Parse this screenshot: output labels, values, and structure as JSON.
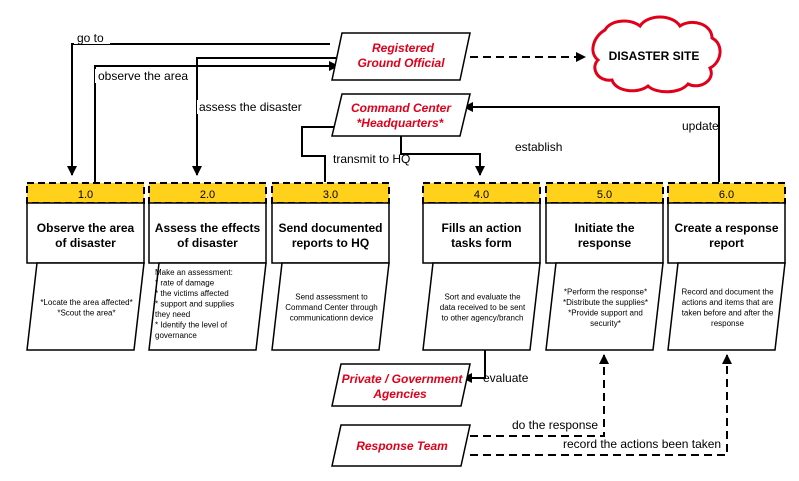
{
  "entities": {
    "ground_official": [
      "Registered",
      "Ground Official"
    ],
    "command_center": [
      "Command Center",
      "*Headquarters*"
    ],
    "agencies": [
      "Private / Government",
      "Agencies"
    ],
    "response_team": [
      "Response Team"
    ]
  },
  "disaster_site": "DISASTER SITE",
  "edge_labels": {
    "go_to": "go to",
    "observe_area": "observe the area",
    "assess": "assess the disaster",
    "transmit": "transmit to HQ",
    "establish": "establish",
    "update": "update",
    "evaluate": "evaluate",
    "do_response": "do the response",
    "record_actions": "record the actions been taken"
  },
  "processes": [
    {
      "num": "1.0",
      "title": [
        "Observe the area",
        "of disaster"
      ],
      "desc": [
        "*Locate the area affected*",
        "*Scout the area*"
      ]
    },
    {
      "num": "2.0",
      "title": [
        "Assess the effects",
        "of disaster"
      ],
      "desc": [
        "Make an assessment:",
        "* rate of damage",
        "* the victims affected",
        "* support and supplies",
        "  they need",
        "* Identify the level of",
        "  governance"
      ]
    },
    {
      "num": "3.0",
      "title": [
        "Send documented",
        "reports to HQ"
      ],
      "desc": [
        "Send assessment to",
        "Command Center through",
        "communicationn device"
      ]
    },
    {
      "num": "4.0",
      "title": [
        "Fills an action",
        "tasks form"
      ],
      "desc": [
        "Sort and evaluate the",
        "data received to be sent",
        "to other agency/branch"
      ]
    },
    {
      "num": "5.0",
      "title": [
        "Initiate the",
        "response"
      ],
      "desc": [
        "*Perform the response*",
        "*Distribute the supplies*",
        "*Provide support and",
        "security*"
      ]
    },
    {
      "num": "6.0",
      "title": [
        "Create a response",
        "report"
      ],
      "desc": [
        "Record and document the",
        "actions and items that are",
        "taken before and after the",
        "response"
      ]
    }
  ],
  "colors": {
    "process_header": "#ffd11a",
    "entity_text": "#e0001a",
    "cloud_stroke": "#e0001a"
  }
}
